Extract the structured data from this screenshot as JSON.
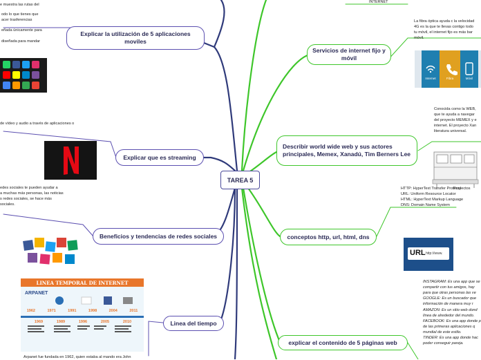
{
  "center": "TAREA 5",
  "left": {
    "apps": {
      "title": "Explicar la utilización de 5 aplicaciones moviles",
      "notes": [
        "e muestra las rutas del",
        "odo lo que tienes que",
        "acer trasferencias",
        "eñada únicamente para",
        "diseñada para mandar"
      ]
    },
    "streaming": {
      "title": "Explicar que es streaming",
      "note": "de vídeo y audio a través de aplicaciones o"
    },
    "social": {
      "title": "Beneficios y tendencias de redes sociales",
      "note": "edes sociales te pueden ayudar a\na muchas más personas, las noticias\ns redes sociales, se hace más\nsociales."
    },
    "timeline": {
      "title": "Linea del tiempo",
      "note": "Arpanet fue fundada en 1962, quien estaba al mando era John"
    }
  },
  "right": {
    "top_label": "INTERNET",
    "services": {
      "title": "Servicios de internet fijo y móvil",
      "note": "La fibra óptica ayuda c la velocidad\n4G es la que te llevas contigo todo\ntu móvil, el internet fijo es más bar\nmóvil."
    },
    "www": {
      "title": "Describir world wide web y sus actores principales, Memex, Xanadú, Tim Berners Lee",
      "note": "Conocida como la WEB,\nque te ayuda a navegar\ndel proyecto MEMEX y e\ninternet. El proyecto Xan\nliteratura universal."
    },
    "concepts": {
      "title": "conceptos http, url, html, dns",
      "note": "HTTP: HyperText Transfer Protocol\nURL: Uniform Resource Locator\nHTML: HyperText Markup Language\nDNS: Domain Name System"
    },
    "pages": {
      "title": "explicar el contenido de 5 páginas web",
      "note": "INSTAGRAM: Es una app que se\ncompartir con tus amigos, hay\npara que otras personas las ve\nGOOGLE: Es un buscador que\ninformación de manera muy r\nAMAZON: Es un sitio web dond\nlínea de alrededor del mundo.\nFACEBOOK: Es una app donde p\nde las primeras aplicaciones q\nmundial de este estilo.\nTINDER: Es una app donde hac\npoder conseguir pareja."
    }
  },
  "images": {
    "internet_tiles": [
      "Internet",
      "Fibra",
      "Móvil"
    ],
    "proyectos_caption": "Proyectos",
    "url_text": "URL",
    "url_sub": "http://www.",
    "timeline_title": "LINEA TEMPORAL DE INTERNET",
    "timeline_arpanet": "ARPANET",
    "timeline_years_top": [
      "1962",
      "1971",
      "1991",
      "1998",
      "2004",
      "2011"
    ],
    "timeline_years_bottom": [
      "1969",
      "1989",
      "1996",
      "2005",
      "2010"
    ]
  },
  "colors": {
    "green": "#3ec62a",
    "navy": "#2f3a7a",
    "orange": "#f08a1c",
    "purple": "#5b4fb0",
    "red": "#d9241e"
  }
}
